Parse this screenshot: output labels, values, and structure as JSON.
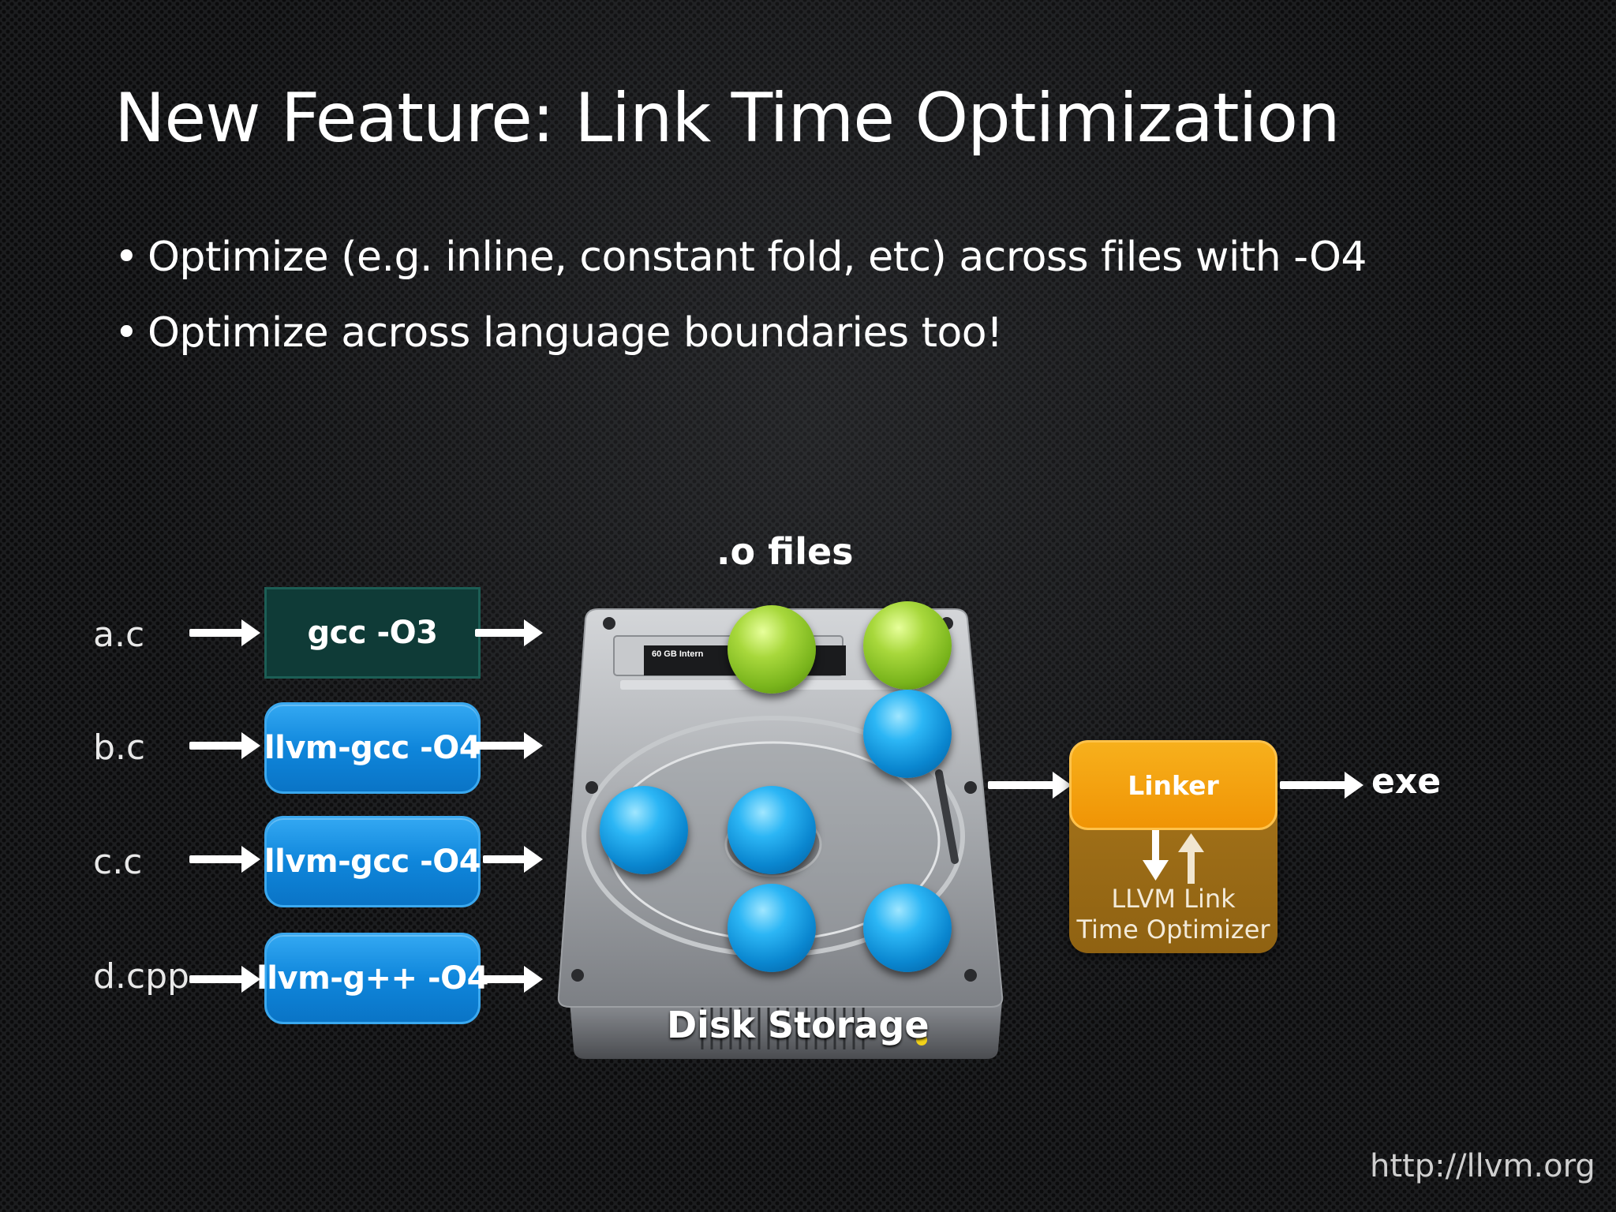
{
  "slide": {
    "title": "New Feature: Link Time Optimization",
    "bullets": [
      "Optimize (e.g. inline, constant fold, etc) across files with -O4",
      "Optimize across language boundaries too!"
    ],
    "bullet_glyph": "•"
  },
  "diagram": {
    "sources": [
      "a.c",
      "b.c",
      "c.c",
      "d.cpp"
    ],
    "compilers": [
      "gcc -O3",
      "llvm-gcc -O4",
      "llvm-gcc -O4",
      "llvm-g++ -O4"
    ],
    "ofiles_label": ".o files",
    "disk_label": "Disk Storage",
    "disk_sticker": "60 GB Intern",
    "linker_label": "Linker",
    "lto_line1": "LLVM Link",
    "lto_line2": "Time Optimizer",
    "output_label": "exe"
  },
  "footer": {
    "url": "http://llvm.org"
  },
  "colors": {
    "gcc_box": "#0f3b37",
    "llvm_box": "#0f86db",
    "linker": "#f09405",
    "lto": "#a9771c",
    "ofile_gcc": "#79b41c",
    "ofile_llvm": "#0a86cf"
  }
}
